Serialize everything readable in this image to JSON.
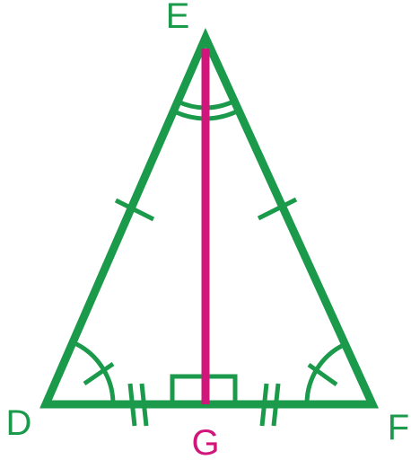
{
  "diagram": {
    "vertices": {
      "top": "E",
      "bottom_left": "D",
      "bottom_right": "F",
      "foot": "G"
    },
    "colors": {
      "triangle": "#1a9a4a",
      "segment": "#d0157b",
      "vertex_labels": "#1a9a4a",
      "foot_label": "#d0157b"
    }
  }
}
